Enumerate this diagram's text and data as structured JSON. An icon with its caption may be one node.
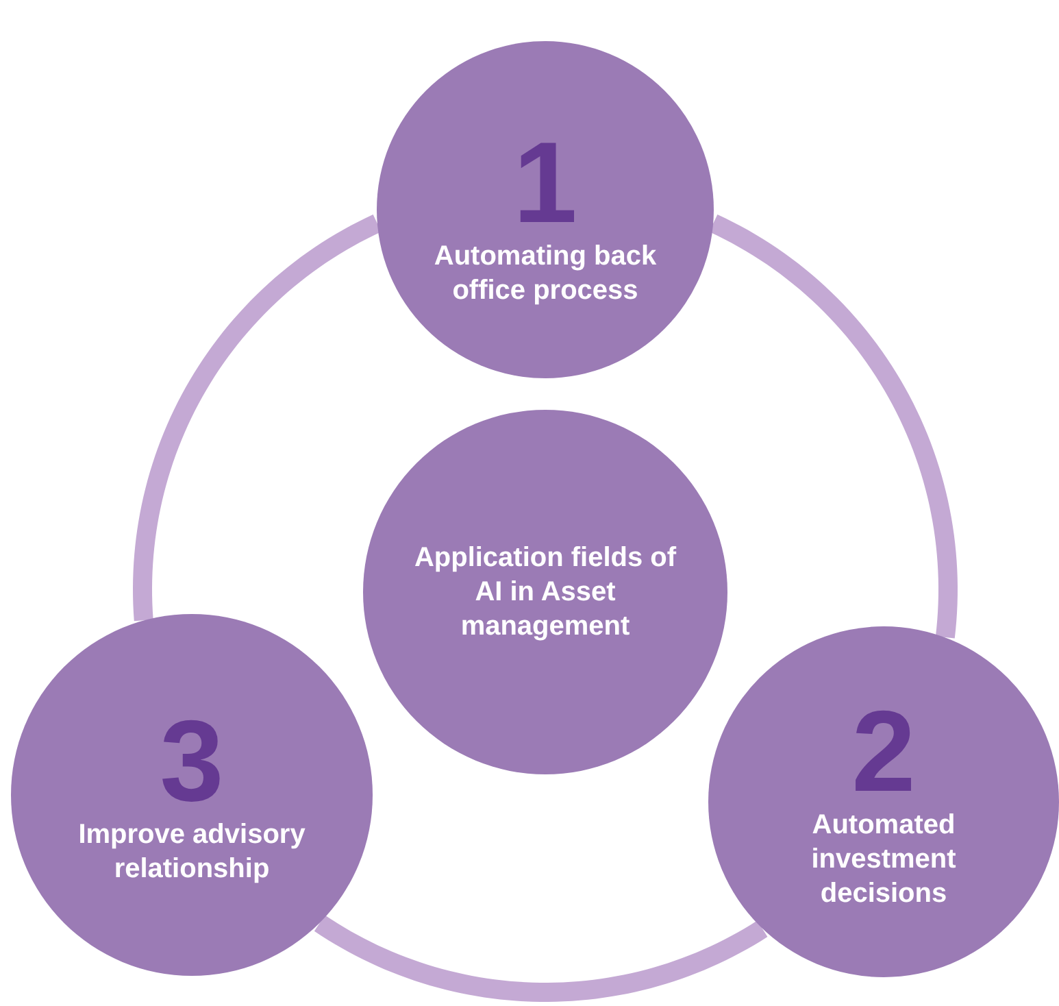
{
  "diagram": {
    "nodes": [
      {
        "text": [
          "1",
          "Automating back office process"
        ]
      },
      {
        "text": [
          "Application fields of AI in Asset management"
        ]
      },
      {
        "text": [
          "2",
          "Automated investment decisions"
        ]
      },
      {
        "text": [
          "3",
          "Improve advisory relationship"
        ]
      }
    ],
    "edges": [
      {
        "from": 0,
        "to": 2,
        "arrow": "none"
      },
      {
        "from": 2,
        "to": 3,
        "arrow": "none"
      },
      {
        "from": 3,
        "to": 0,
        "arrow": "none"
      }
    ]
  }
}
